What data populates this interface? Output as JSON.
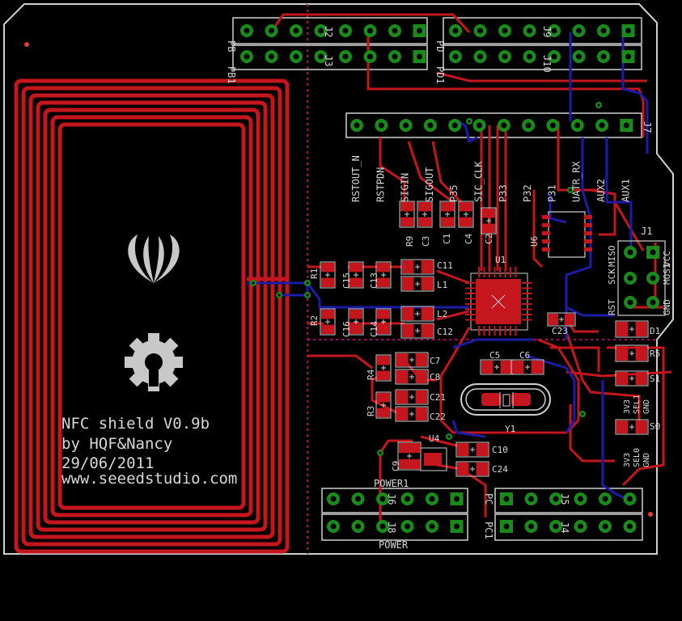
{
  "colors": {
    "background": "#000000",
    "top_copper": "#c4161c",
    "bottom_copper": "#1c1ca8",
    "pad": "#1a8a1a",
    "silkscreen": "#d8d8d8",
    "outline": "#d0d0d0",
    "dimension": "#b3006b"
  },
  "board_text": {
    "title": "NFC shield V0.9b",
    "authors": "by HQF&Nancy",
    "date": "29/06/2011",
    "website": "www.seeedstudio.com"
  },
  "header_labels": {
    "pb": "PB",
    "pb1": "PB1",
    "j2": "J2",
    "j3": "J3",
    "pd": "PD",
    "pd1": "PD1",
    "j9": "J9",
    "j10": "J10",
    "j7": "J7",
    "power1": "POWER1",
    "power": "POWER",
    "j6": "J6",
    "j8": "J8",
    "pc": "PC",
    "pc1": "PC1",
    "j5": "J5",
    "j4": "J4"
  },
  "j7_pins": [
    "RSTOUT_N",
    "RSTPDN",
    "SIGIN",
    "SIGOUT",
    "P35",
    "SIC_CLK",
    "P33",
    "P32",
    "P31",
    "UATR_RX",
    "AUX2",
    "AUX1"
  ],
  "icsp_labels": [
    "RST",
    "SCK",
    "MISO",
    "GND",
    "MOSI",
    "VCC"
  ],
  "icsp_ref": "J1",
  "components": {
    "ic_main": "U1",
    "ic_u6": "U6",
    "ic_u4": "U4",
    "crystal": "Y1",
    "resistors": [
      "R1",
      "R2",
      "R3",
      "R4",
      "R5",
      "R9"
    ],
    "caps_left": [
      "C15",
      "C13",
      "C16",
      "C14"
    ],
    "caps_top": [
      "C3",
      "C4",
      "C1",
      "C2"
    ],
    "caps_mid": [
      "C11",
      "C12",
      "C7",
      "C8",
      "C21",
      "C22",
      "C5",
      "C6",
      "C23",
      "C9",
      "C10",
      "C24"
    ],
    "inductors": [
      "L1",
      "L2"
    ],
    "diode": "D1",
    "switches": [
      "S1",
      "S0"
    ],
    "sel1_labels": [
      "3V3",
      "SEL1",
      "GND"
    ],
    "sel0_labels": [
      "3V3",
      "SEL0",
      "GND"
    ]
  }
}
